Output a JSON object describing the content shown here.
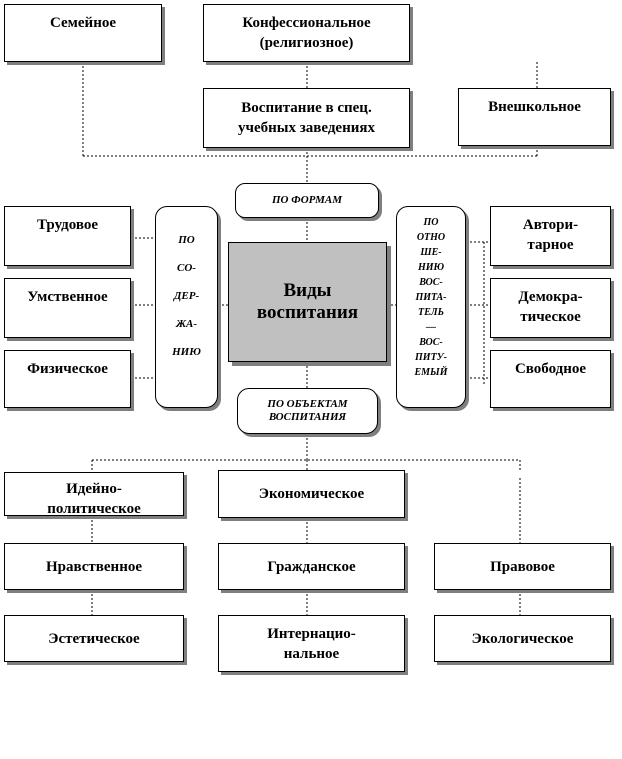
{
  "center": {
    "label": "Виды\nвоспитания"
  },
  "top_row": {
    "family": "Семейное",
    "confessional": "Конфессиональное\n(религиозное)",
    "special_institutions": "Воспитание в спец.\nучебных заведениях",
    "extracurricular": "Внешкольное"
  },
  "groupings": {
    "by_forms": "ПО ФОРМАМ",
    "by_content": "ПО\n\nСО-\n\nДЕР-\n\nЖА-\n\nНИЮ",
    "by_relation": "ПО\nОТНО\nШЕ-\nНИЮ\nВОС-\nПИТА-\nТЕЛЬ\n—\nВОС-\nПИТУ-\nЕМЫЙ",
    "by_objects": "ПО ОБЪЕКТАМ\nВОСПИТАНИЯ"
  },
  "by_content_items": [
    "Трудовое",
    "Умственное",
    "Физическое"
  ],
  "by_relation_items": [
    "Авторитарное",
    "Демократическое",
    "Свободное"
  ],
  "by_relation_display": [
    "Автори-\nтарное",
    "Демокра-\nтическое",
    "Свободное"
  ],
  "objects_items": {
    "ideological_political": "Идейно-\nполитическое",
    "economic": "Экономическое",
    "moral": "Нравственное",
    "civic": "Гражданское",
    "legal": "Правовое",
    "aesthetic": "Эстетическое",
    "international": "Интернацио-\nнальное",
    "ecological": "Экологическое"
  }
}
